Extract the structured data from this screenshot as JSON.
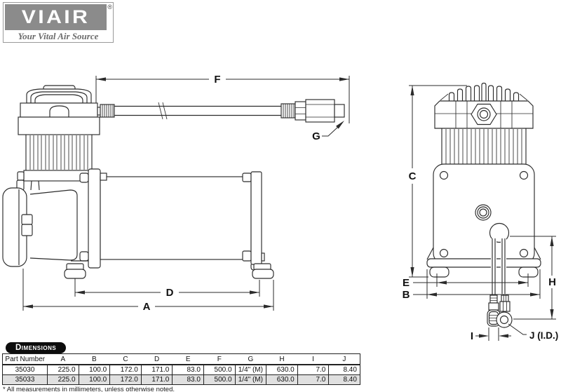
{
  "logo": {
    "brand": "VIAIR",
    "registered": "®",
    "tagline": "Your Vital Air Source"
  },
  "labels": {
    "A": "A",
    "B": "B",
    "C": "C",
    "D": "D",
    "E": "E",
    "F": "F",
    "G": "G",
    "H": "H",
    "I": "I",
    "J": "J (I.D.)"
  },
  "table": {
    "tab_title": "Dimensions",
    "columns": [
      "Part Number",
      "A",
      "B",
      "C",
      "D",
      "E",
      "F",
      "G",
      "H",
      "I",
      "J"
    ],
    "rows": [
      [
        "35030",
        "225.0",
        "100.0",
        "172.0",
        "171.0",
        "83.0",
        "500.0",
        "1/4\" (M)",
        "630.0",
        "7.0",
        "8.40"
      ],
      [
        "35033",
        "225.0",
        "100.0",
        "172.0",
        "171.0",
        "83.0",
        "500.0",
        "1/4\" (M)",
        "630.0",
        "7.0",
        "8.40"
      ]
    ]
  },
  "footnote": "* All measurements in millimeters, unless otherwise noted."
}
